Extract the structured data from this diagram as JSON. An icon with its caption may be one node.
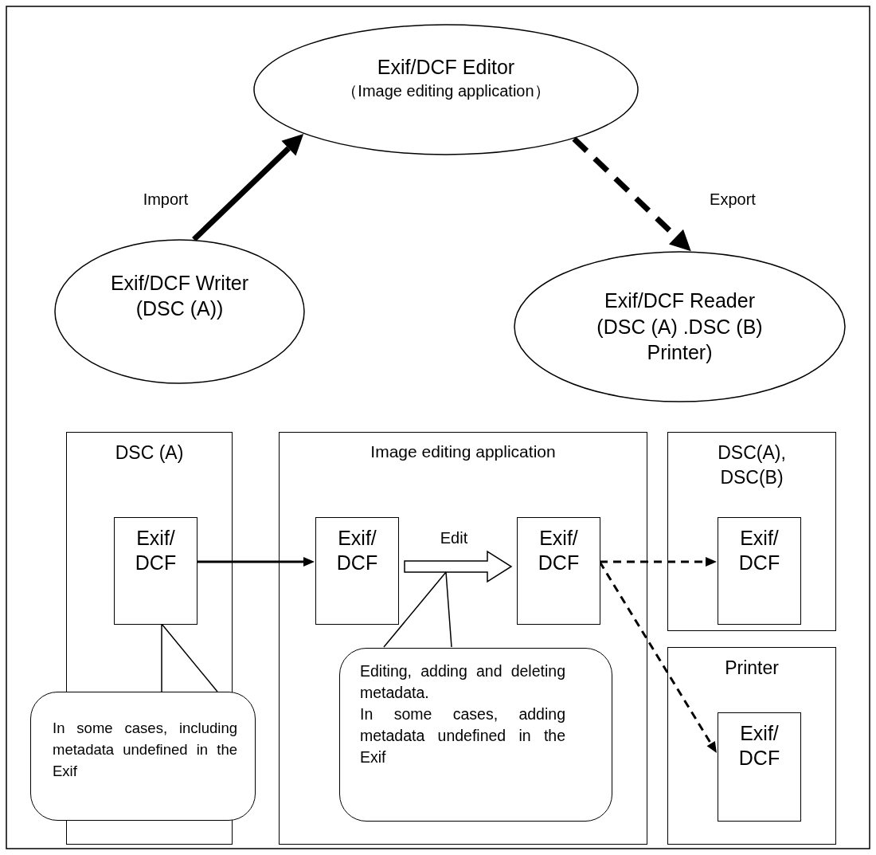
{
  "diagram": {
    "nodes": [
      {
        "text": [
          "Exif/DCF Editor",
          "（Image editing application）"
        ]
      },
      {
        "text": [
          "Exif/DCF Writer",
          "(DSC (A))"
        ]
      },
      {
        "text": [
          "Exif/DCF Reader",
          "(DSC (A) .DSC (B) Printer)"
        ]
      },
      {
        "text": [
          "DSC (A)"
        ]
      },
      {
        "text": [
          "Exif/ DCF"
        ],
        "in": 3
      },
      {
        "text": [
          "In some cases, including metadata undefined in the Exif"
        ]
      },
      {
        "text": [
          "Image editing application"
        ]
      },
      {
        "text": [
          "Exif/ DCF"
        ],
        "in": 6
      },
      {
        "text": [
          "Exif/ DCF"
        ],
        "in": 6
      },
      {
        "text": [
          "Editing, adding and deleting metadata.",
          "In some cases, adding metadata undefined in the Exif"
        ],
        "in": 6
      },
      {
        "text": [
          "DSC(A), DSC(B)"
        ]
      },
      {
        "text": [
          "Exif/ DCF"
        ],
        "in": 10
      },
      {
        "text": [
          "Printer"
        ]
      },
      {
        "text": [
          "Exif/ DCF"
        ],
        "in": 12
      }
    ],
    "edges": [
      {
        "from": 1,
        "to": 0,
        "arrow": "to",
        "label": "Import",
        "style": "thick"
      },
      {
        "from": 0,
        "to": 2,
        "arrow": "to",
        "label": "Export",
        "style": "dashed"
      },
      {
        "from": 4,
        "to": 7,
        "arrow": "to"
      },
      {
        "from": 7,
        "to": 8,
        "arrow": "to",
        "label": "Edit"
      },
      {
        "from": 8,
        "to": 11,
        "arrow": "to",
        "style": "dashed"
      },
      {
        "from": 8,
        "to": 13,
        "arrow": "to",
        "style": "dashed"
      },
      {
        "from": 5,
        "to": 4,
        "arrow": "none"
      },
      {
        "from": 9,
        "to": null,
        "arrow": "none"
      }
    ]
  }
}
